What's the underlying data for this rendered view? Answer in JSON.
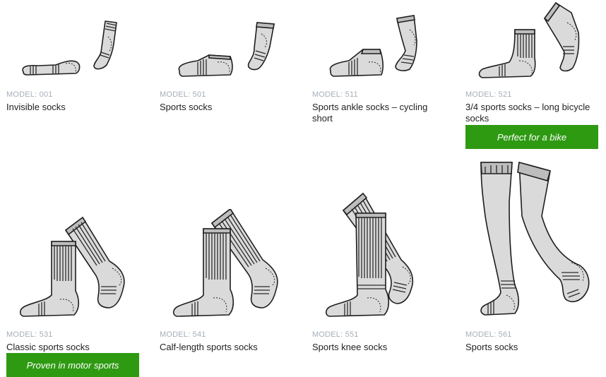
{
  "products": [
    {
      "model": "MODEL: 001",
      "name": "Invisible socks",
      "badge": "",
      "art": "invisible-socks-drawing"
    },
    {
      "model": "MODEL: 501",
      "name": "Sports socks",
      "badge": "",
      "art": "low-sports-socks-drawing"
    },
    {
      "model": "MODEL: 511",
      "name": "Sports ankle socks – cycling short",
      "badge": "",
      "art": "ankle-socks-drawing"
    },
    {
      "model": "MODEL: 521",
      "name": "3/4 sports socks – long bicycle socks",
      "badge": "Perfect for a bike",
      "art": "three-quarter-socks-drawing"
    },
    {
      "model": "MODEL: 531",
      "name": "Classic sports socks",
      "badge": "Proven in motor sports",
      "art": "classic-sports-socks-drawing"
    },
    {
      "model": "MODEL: 541",
      "name": "Calf-length sports socks",
      "badge": "",
      "art": "calf-length-socks-drawing"
    },
    {
      "model": "MODEL: 551",
      "name": "Sports knee socks",
      "badge": "",
      "art": "knee-socks-drawing"
    },
    {
      "model": "MODEL: 561",
      "name": "Sports socks",
      "badge": "",
      "art": "over-knee-socks-drawing"
    }
  ],
  "colors": {
    "badge": "#2e9a12",
    "model_text": "#a6afb8",
    "title_text": "#222222",
    "sock_fill": "#dadada"
  }
}
